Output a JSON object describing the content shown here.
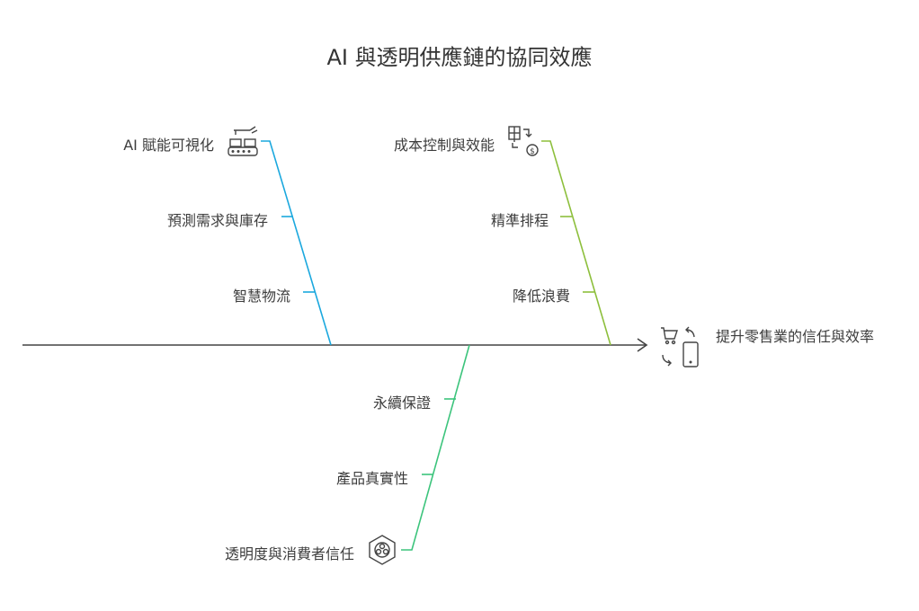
{
  "title": "AI 與透明供應鏈的協同效應",
  "outcome": "提升零售業的信任與效率",
  "colors": {
    "blue": "#1ba8de",
    "lime": "#8dbf3c",
    "green": "#3cc47c",
    "spine": "#444444"
  },
  "branches": [
    {
      "name": "AI 賦能可視化",
      "icon": "conveyor-robot-arm-icon",
      "causes": [
        "預測需求與庫存",
        "智慧物流"
      ]
    },
    {
      "name": "成本控制與效能",
      "icon": "money-exchange-icon",
      "causes": [
        "精準排程",
        "降低浪費"
      ]
    },
    {
      "name": "透明度與消費者信任",
      "icon": "hexagon-network-icon",
      "causes": [
        "永續保證",
        "產品真實性"
      ]
    }
  ]
}
